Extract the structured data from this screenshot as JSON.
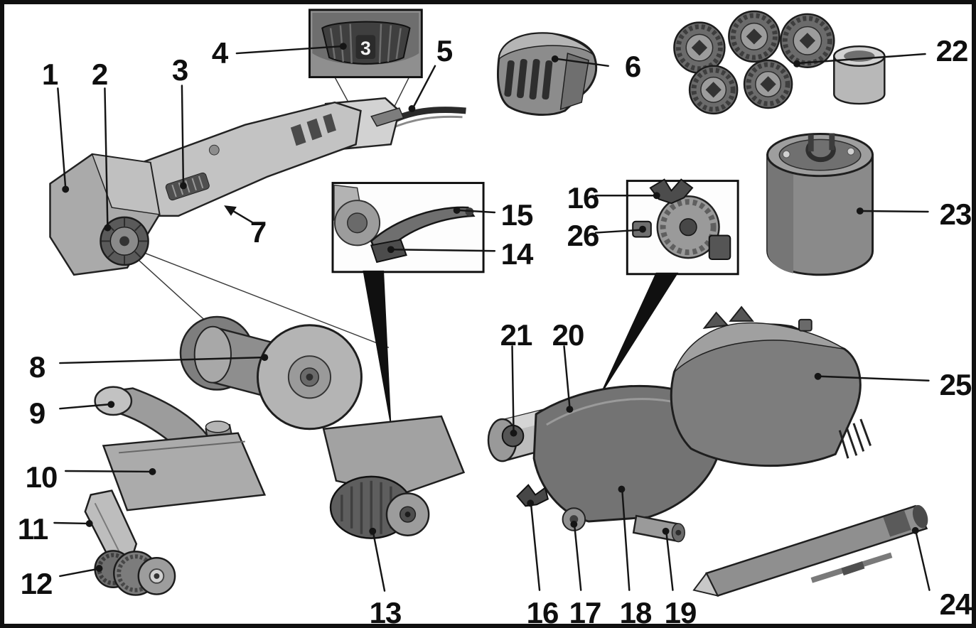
{
  "diagram": {
    "dial_value": "3",
    "callouts": {
      "c1": "1",
      "c2": "2",
      "c3": "3",
      "c4": "4",
      "c5": "5",
      "c6": "6",
      "c7": "7",
      "c8": "8",
      "c9": "9",
      "c10": "10",
      "c11": "11",
      "c12": "12",
      "c13": "13",
      "c14": "14",
      "c15": "15",
      "c16a": "16",
      "c16b": "16",
      "c17": "17",
      "c18": "18",
      "c19": "19",
      "c20": "20",
      "c21": "21",
      "c22": "22",
      "c23": "23",
      "c24": "24",
      "c25": "25",
      "c26": "26"
    }
  }
}
